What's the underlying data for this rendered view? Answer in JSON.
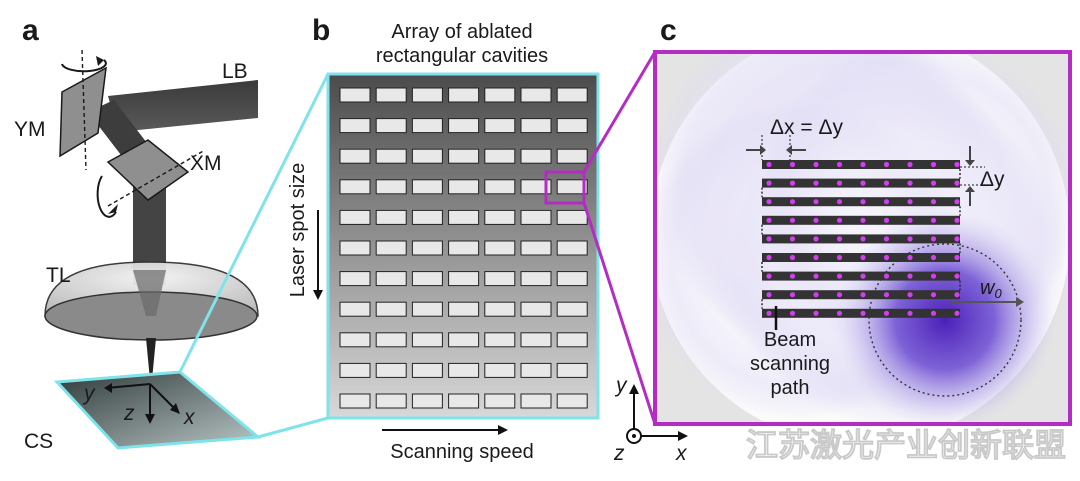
{
  "panels": {
    "a": {
      "letter": "a",
      "labels": {
        "lb": "LB",
        "ym": "YM",
        "xm": "XM",
        "tl": "TL",
        "cs": "CS"
      },
      "axes": {
        "x": "x",
        "y": "y",
        "z": "z"
      }
    },
    "b": {
      "letter": "b",
      "title_line1": "Array of ablated",
      "title_line2": "rectangular cavities",
      "y_axis": "Laser spot size",
      "x_axis": "Scanning speed",
      "grid": {
        "rows": 11,
        "cols": 7,
        "highlight_row": 4,
        "highlight_col": 7
      }
    },
    "c": {
      "letter": "c",
      "dx_label": "Δx = Δy",
      "dy_label": "Δy",
      "w0_base": "w",
      "w0_sub": "0",
      "path_line1": "Beam",
      "path_line2": "scanning",
      "path_line3": "path",
      "axes": {
        "x": "x",
        "y": "y",
        "z": "z"
      }
    }
  },
  "watermark": "江苏激光产业创新联盟",
  "colors": {
    "cyan": "#7fe3ea",
    "magenta": "#b42cc4",
    "beam_dark": "#333333",
    "dot": "#d23ef0",
    "spot": "#5a2fc8"
  }
}
